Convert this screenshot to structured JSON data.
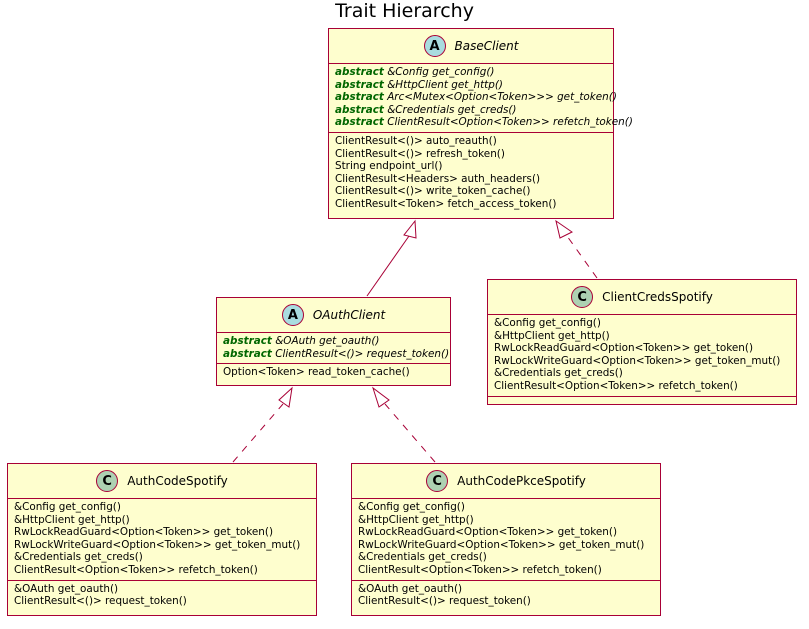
{
  "title": "Trait Hierarchy",
  "abstract_keyword": "abstract",
  "classes": {
    "base_client": {
      "badge": "A",
      "name": "BaseClient",
      "abstract_methods": [
        "&Config get_config()",
        "&HttpClient get_http()",
        "Arc<Mutex<Option<Token>>> get_token()",
        "&Credentials get_creds()",
        "ClientResult<Option<Token>> refetch_token()"
      ],
      "methods": [
        "ClientResult<()> auto_reauth()",
        "ClientResult<()> refresh_token()",
        "String endpoint_url()",
        "ClientResult<Headers> auth_headers()",
        "ClientResult<()> write_token_cache()",
        "ClientResult<Token> fetch_access_token()"
      ]
    },
    "oauth_client": {
      "badge": "A",
      "name": "OAuthClient",
      "abstract_methods": [
        "&OAuth get_oauth()",
        "ClientResult<()> request_token()"
      ],
      "methods": [
        "Option<Token> read_token_cache()"
      ]
    },
    "client_creds_spotify": {
      "badge": "C",
      "name": "ClientCredsSpotify",
      "methods": [
        "&Config get_config()",
        "&HttpClient get_http()",
        "RwLockReadGuard<Option<Token>> get_token()",
        "RwLockWriteGuard<Option<Token>> get_token_mut()",
        "&Credentials get_creds()",
        "ClientResult<Option<Token>> refetch_token()"
      ]
    },
    "auth_code_spotify": {
      "badge": "C",
      "name": "AuthCodeSpotify",
      "methods": [
        "&Config get_config()",
        "&HttpClient get_http()",
        "RwLockReadGuard<Option<Token>> get_token()",
        "RwLockWriteGuard<Option<Token>> get_token_mut()",
        "&Credentials get_creds()",
        "ClientResult<Option<Token>> refetch_token()"
      ],
      "extra_methods": [
        "&OAuth get_oauth()",
        "ClientResult<()> request_token()"
      ]
    },
    "auth_code_pkce_spotify": {
      "badge": "C",
      "name": "AuthCodePkceSpotify",
      "methods": [
        "&Config get_config()",
        "&HttpClient get_http()",
        "RwLockReadGuard<Option<Token>> get_token()",
        "RwLockWriteGuard<Option<Token>> get_token_mut()",
        "&Credentials get_creds()",
        "ClientResult<Option<Token>> refetch_token()"
      ],
      "extra_methods": [
        "&OAuth get_oauth()",
        "ClientResult<()> request_token()"
      ]
    }
  },
  "colors": {
    "class_fill": "#FEFECE",
    "border": "#A80036",
    "abstract_badge": "#A9DCDF",
    "class_badge": "#ADD1B2",
    "keyword": "#006600"
  },
  "relations": [
    {
      "from": "OAuthClient",
      "to": "BaseClient",
      "kind": "extends"
    },
    {
      "from": "ClientCredsSpotify",
      "to": "BaseClient",
      "kind": "implements"
    },
    {
      "from": "AuthCodeSpotify",
      "to": "OAuthClient",
      "kind": "implements"
    },
    {
      "from": "AuthCodePkceSpotify",
      "to": "OAuthClient",
      "kind": "implements"
    }
  ]
}
